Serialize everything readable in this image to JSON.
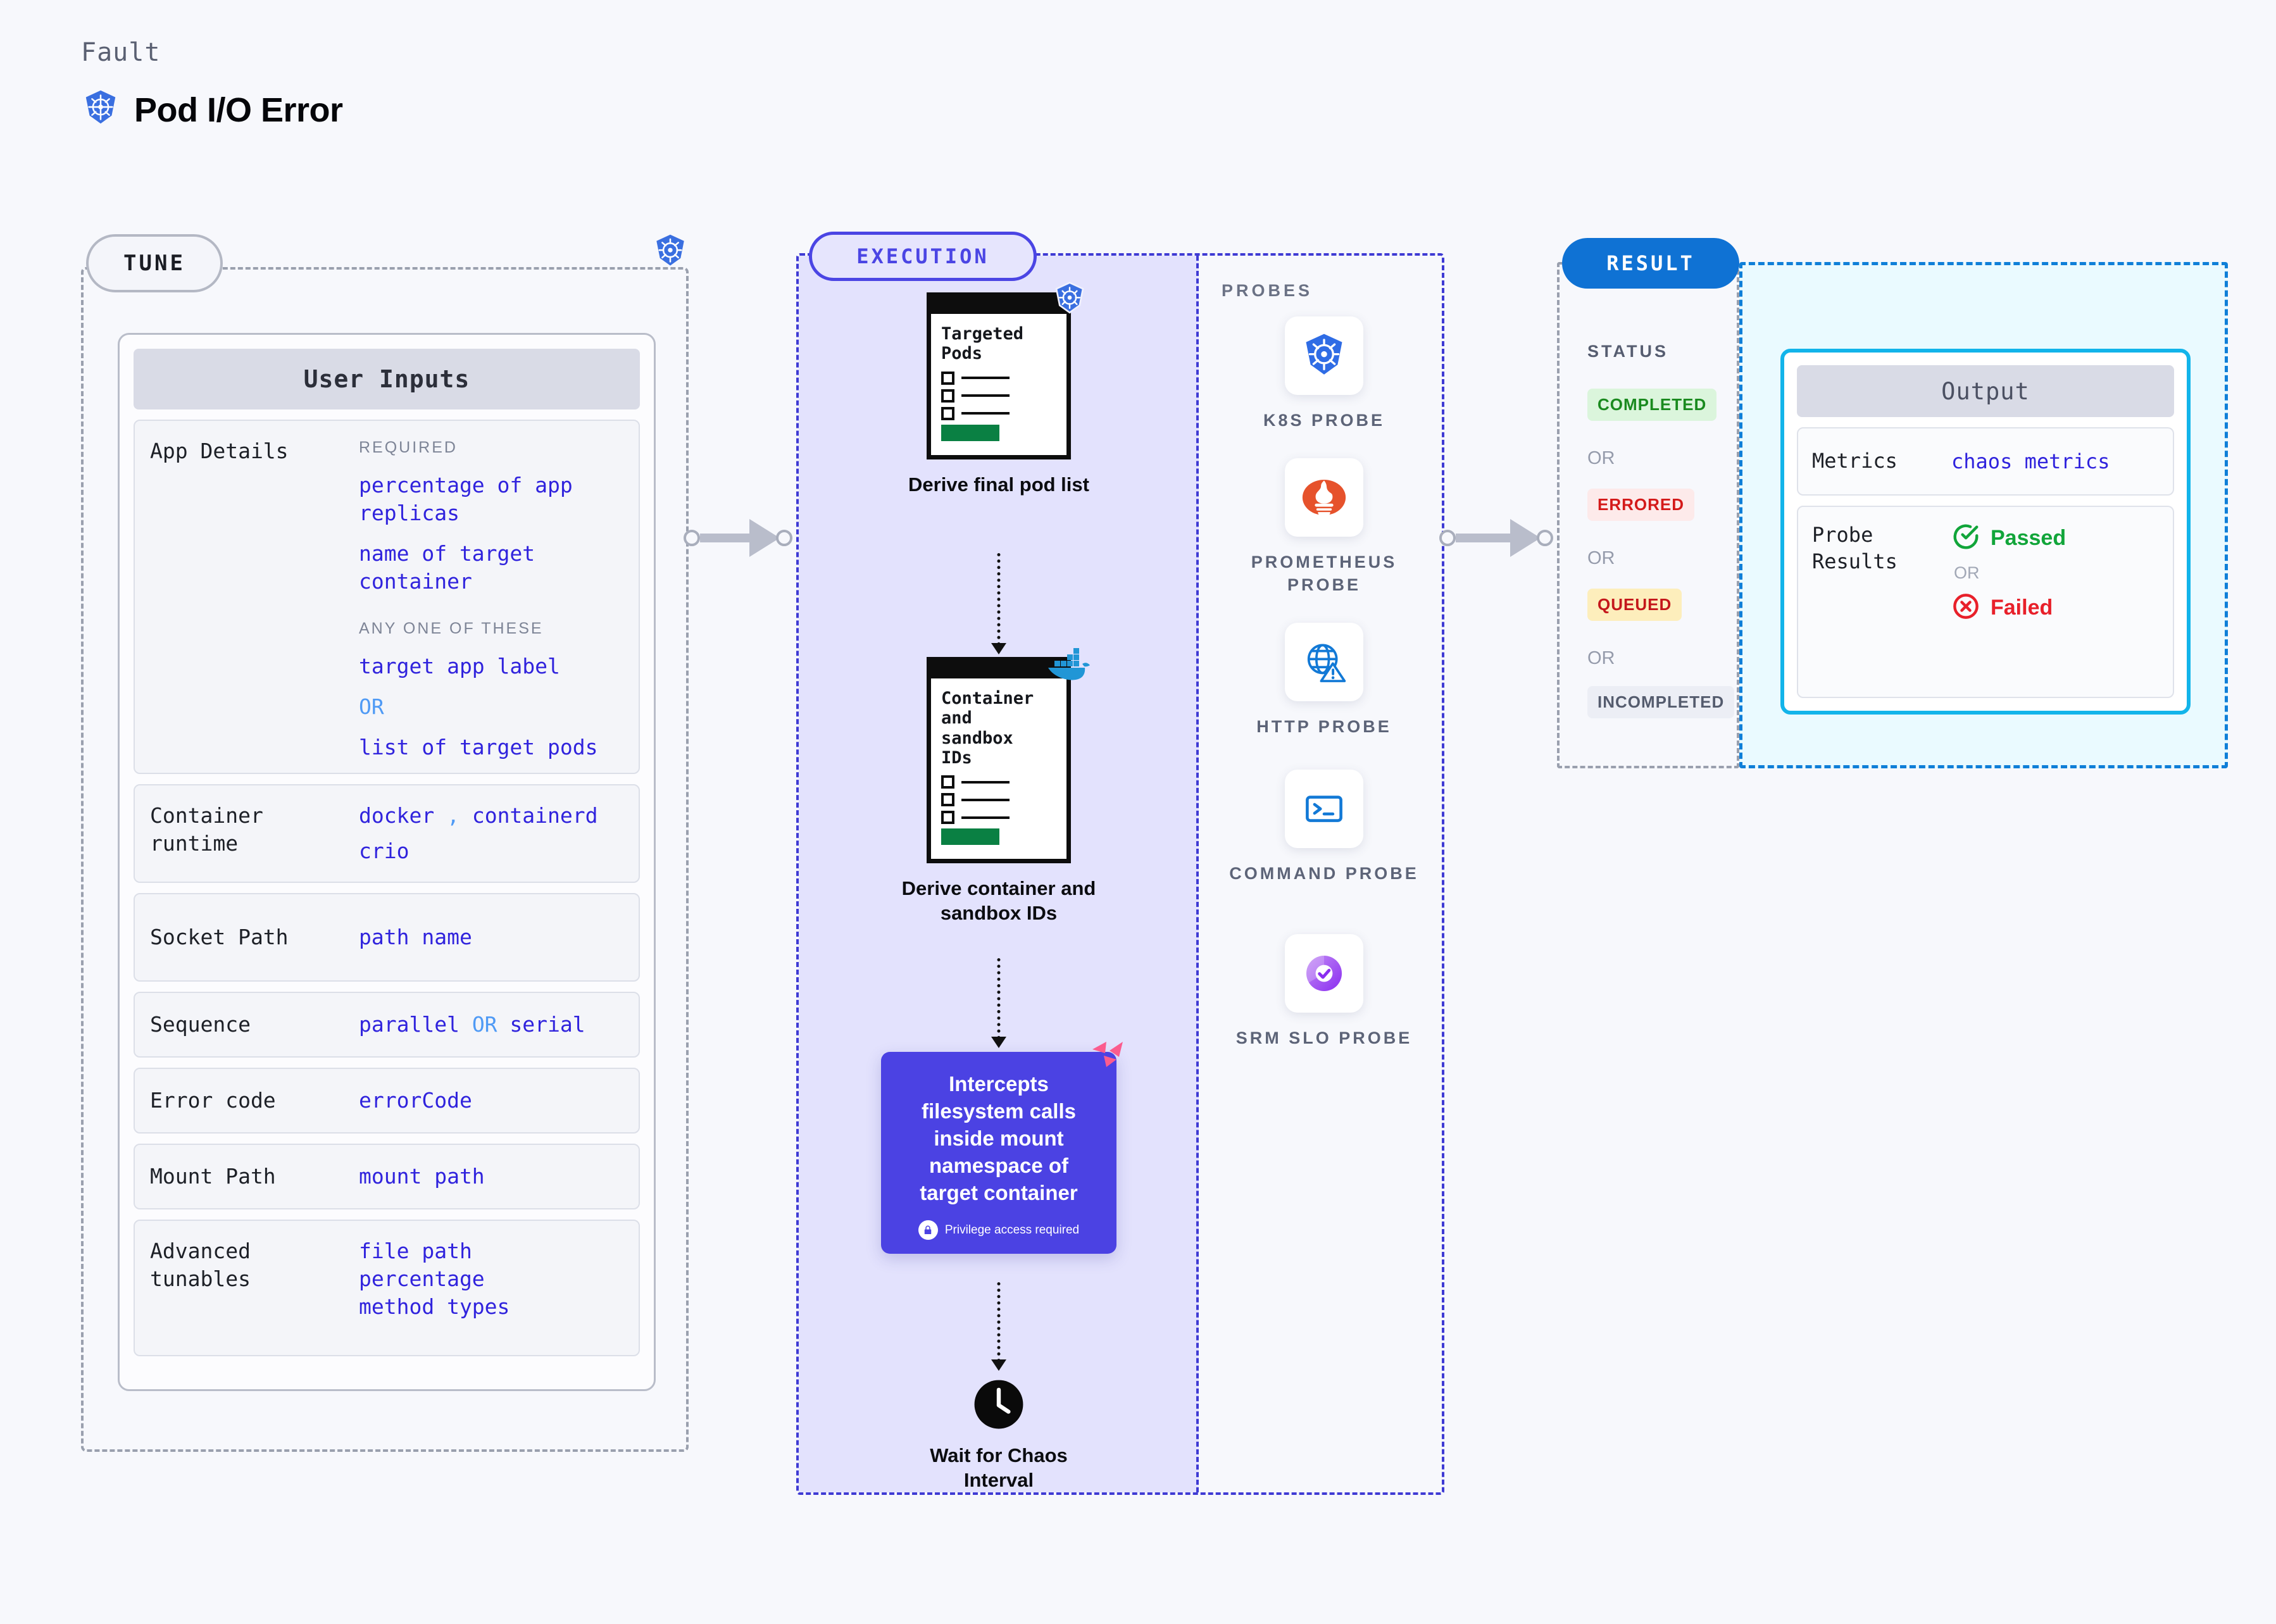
{
  "header": {
    "fault_label": "Fault",
    "title": "Pod I/O Error",
    "icon": "kubernetes-icon"
  },
  "tune": {
    "pill_label": "TUNE",
    "badge_icon": "kubernetes-icon",
    "card_title": "User Inputs",
    "rows": [
      {
        "label": "App Details",
        "groups": [
          {
            "heading": "REQUIRED",
            "values": [
              "percentage of app replicas",
              "name of target container"
            ]
          },
          {
            "heading": "ANY ONE OF THESE",
            "values": [
              "target app label",
              "OR",
              "list of target pods"
            ]
          }
        ]
      },
      {
        "label": "Container runtime",
        "values": [
          "docker , containerd",
          "crio"
        ]
      },
      {
        "label": "Socket Path",
        "values": [
          "path name"
        ]
      },
      {
        "label": "Sequence",
        "values": [
          "parallel OR serial"
        ]
      },
      {
        "label": "Error code",
        "values": [
          "errorCode"
        ]
      },
      {
        "label": "Mount Path",
        "values": [
          "mount path"
        ]
      },
      {
        "label": "Advanced tunables",
        "values": [
          "file path",
          "percentage",
          "method types"
        ]
      }
    ]
  },
  "execution": {
    "pill_label": "EXECUTION",
    "nodes": [
      {
        "card_title": "Targeted Pods",
        "caption": "Derive final pod list",
        "badge_icon": "kubernetes-icon"
      },
      {
        "card_title": "Container and sandbox IDs",
        "caption": "Derive container and sandbox IDs",
        "badge_icon": "docker-icon"
      }
    ],
    "injection": {
      "text": "Intercepts filesystem calls inside mount namespace of target container",
      "note": "Privilege access required",
      "note_icon": "lock-icon",
      "badge_icon": "litmus-icon",
      "color": "#4b42e3"
    },
    "wait": {
      "caption": "Wait for Chaos Interval",
      "icon": "clock-icon"
    }
  },
  "probes": {
    "title": "PROBES",
    "items": [
      {
        "label": "K8S PROBE",
        "icon": "kubernetes-icon"
      },
      {
        "label": "PROMETHEUS PROBE",
        "icon": "prometheus-icon"
      },
      {
        "label": "HTTP PROBE",
        "icon": "globe-warning-icon"
      },
      {
        "label": "COMMAND PROBE",
        "icon": "terminal-icon"
      },
      {
        "label": "SRM SLO PROBE",
        "icon": "srm-slo-icon"
      }
    ]
  },
  "result": {
    "pill_label": "RESULT",
    "status_title": "STATUS",
    "or_label": "OR",
    "statuses": [
      {
        "label": "COMPLETED",
        "bg": "#dbf5dc",
        "color": "#1a8a1f"
      },
      {
        "label": "ERRORED",
        "bg": "#fdeaea",
        "color": "#d41a1a"
      },
      {
        "label": "QUEUED",
        "bg": "#fdeebc",
        "color": "#c4171b"
      },
      {
        "label": "INCOMPLETED",
        "bg": "#eceef5",
        "color": "#555c6e"
      }
    ],
    "output": {
      "title": "Output",
      "rows": [
        {
          "label": "Metrics",
          "value": "chaos metrics"
        }
      ],
      "probe_results_label": "Probe Results",
      "passed_label": "Passed",
      "failed_label": "Failed",
      "or_label": "OR"
    }
  }
}
